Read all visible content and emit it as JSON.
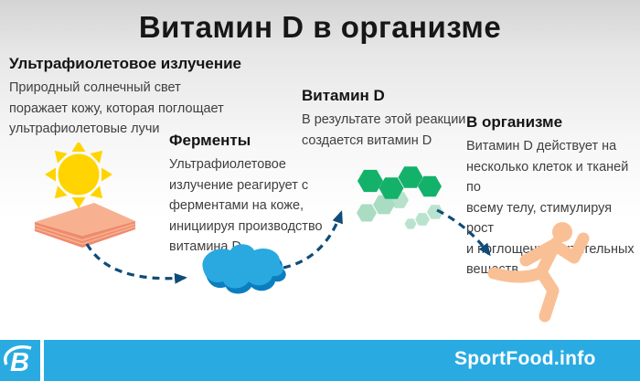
{
  "title": "Витамин D в организме",
  "steps": [
    {
      "heading": "Ультрафиолетовое излучение",
      "body": "Природный солнечный свет\nпоражает кожу, которая поглощает\nультрафиолетовые лучи"
    },
    {
      "heading": "Ферменты",
      "body": "Ультрафиолетовое\nизлучение реагирует с\nферментами на коже,\nинициируя производство\nвитамина D"
    },
    {
      "heading": "Витамин D",
      "body": "В результате этой реакции\nсоздается витамин D"
    },
    {
      "heading": "В организме",
      "body": "Витамин D действует на\nнесколько клеток и тканей по\nвсему телу, стимулируя рост\nи поглощение питательных\nвеществ"
    }
  ],
  "icons": {
    "sun": "sun-icon",
    "skin": "skin-layers-icon",
    "enzyme": "enzyme-blob-icon",
    "molecule": "vitamin-d-molecule-icon",
    "runner": "runner-icon",
    "logo": "brand-b-logo-icon"
  },
  "footer": {
    "brand": "SportFood.info",
    "logo_letter": "B"
  },
  "colors": {
    "accent_blue": "#29ABE2",
    "arrow_blue": "#0F4C78",
    "sun_yellow": "#FFD400",
    "skin_top": "#F7B191",
    "skin_side": "#EF8B6D",
    "blob_blue": "#2AA9E0",
    "blob_shadow": "#0B7EC0",
    "molecule_dark_green": "#14B16A",
    "molecule_light_green": "#A9DCC3",
    "runner_peach": "#F9C095",
    "title_black": "#161616",
    "body_gray": "#3F3F3F"
  }
}
